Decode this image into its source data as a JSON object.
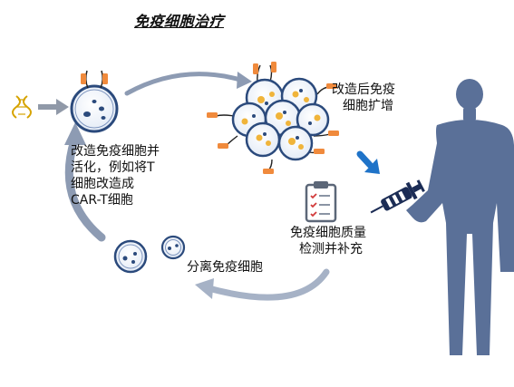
{
  "title": "免疫细胞治疗",
  "steps": {
    "modify": [
      "改造免疫细胞并",
      "活化，例如将T",
      "细胞改造成",
      "CAR-T细胞"
    ],
    "expand": [
      "改造后免疫",
      "细胞扩增"
    ],
    "qc": [
      "免疫细胞质量",
      "检测并补充"
    ],
    "isolate": "分离免疫细胞"
  },
  "icons": [
    "dna-icon",
    "clipboard-icon",
    "syringe-icon",
    "down-right-arrow-icon",
    "human-body-icon"
  ],
  "colors": {
    "cell_border": "#2b4a7c",
    "cell_fill": "#eef3fb",
    "cycle_arrow": "#9aa8bf",
    "receptor_orange": "#f08a3c",
    "body": "#5a7098",
    "blue_arrow": "#1f73c8"
  }
}
